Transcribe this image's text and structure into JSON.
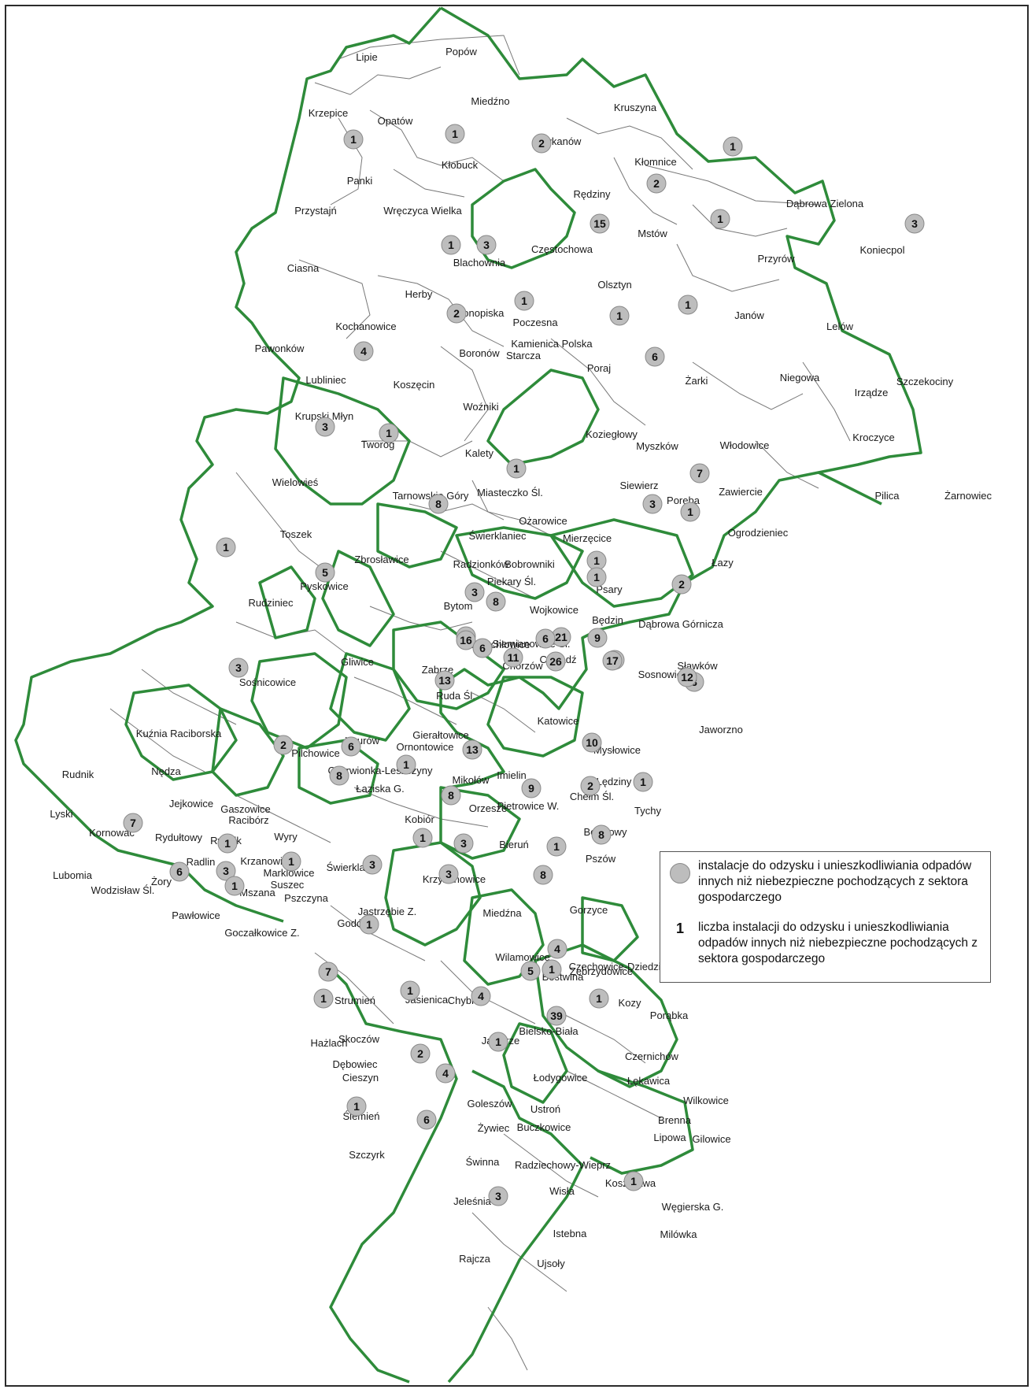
{
  "legend": {
    "circle_text": "instalacje do odzysku i unieszkodliwiania odpadów innych niż niebezpieczne pochodzących z sektora gospodarczego",
    "number_symbol": "1",
    "number_text": "liczba instalacji do odzysku i unieszkodliwiania odpadów innych niż niebezpieczne pochodzących z sektora gospodarczego"
  },
  "style": {
    "boundary_color": "#2e8b3a",
    "circle_color": "#bdbdbd",
    "line_color": "#777777"
  },
  "places": [
    "Lipie",
    "Popów",
    "Miedźno",
    "Krzepice",
    "Opatów",
    "Kłobuck",
    "Mykanów",
    "Kruszyna",
    "Kłomnice",
    "Rędziny",
    "Panki",
    "Przystajń",
    "Wręczyca Wielka",
    "Dąbrowa Zielona",
    "Koniecpol",
    "Mstów",
    "Częstochowa",
    "Blachownia",
    "Przyrów",
    "Ciasna",
    "Herby",
    "Konopiska",
    "Olsztyn",
    "Janów",
    "Poczesna",
    "Kochanowice",
    "Kamienica Polska",
    "Starcza",
    "Lelów",
    "Pawonków",
    "Boronów",
    "Poraj",
    "Żarki",
    "Niegowa",
    "Szczekociny",
    "Lubliniec",
    "Koszęcin",
    "Irządze",
    "Woźniki",
    "Koziegłowy",
    "Kroczyce",
    "Krupski Młyn",
    "Kalety",
    "Myszków",
    "Włodowice",
    "Tworóg",
    "Wielowieś",
    "Miasteczko Śl.",
    "Zawiercie",
    "Pilica",
    "Żarnowiec",
    "Poręba",
    "Siewierz",
    "Tarnowskie Góry",
    "Ożarowice",
    "Świerklaniec",
    "Mierzęcice",
    "Ogrodzieniec",
    "Toszek",
    "Zbrosławice",
    "Łazy",
    "Radzionków",
    "Bobrowniki",
    "Piekary Śl.",
    "Psary",
    "Pyskowice",
    "Rudziniec",
    "Bytom",
    "Wojkowice",
    "Dąbrowa Górnicza",
    "Będzin",
    "Gliwice",
    "Zabrze",
    "Świętochłowice",
    "Siemianowice Śl.",
    "Czeladź",
    "Chorzów",
    "Sosnowiec",
    "Sławków",
    "Sośnicowice",
    "Ruda Śl.",
    "Katowice",
    "Jaworzno",
    "Kuźnia Raciborska",
    "Gierałtowice",
    "Pilchowice",
    "Knurów",
    "Ornontowice",
    "Mikołów",
    "Mysłowice",
    "Rudnik",
    "Nędza",
    "Czerwionka-Leszczyny",
    "Łaziska G.",
    "Imielin",
    "Lędziny",
    "Chełm Śl.",
    "Tychy",
    "Pietrowice W.",
    "Lyski",
    "Jejkowice",
    "Gaszowice",
    "Racibórz",
    "Kornowac",
    "Rydułtowy",
    "Rybnik",
    "Wyry",
    "Orzesze",
    "Kobiór",
    "Bieruń",
    "Bojszowy",
    "Pszów",
    "Radlin",
    "Krzanowice",
    "Lubomia",
    "Żory",
    "Świerklany",
    "Marklowice",
    "Suszec",
    "Krzyżanowice",
    "Wodzisław Śl.",
    "Mszana",
    "Pszczyna",
    "Miedźna",
    "Gorzyce",
    "Pawłowice",
    "Jastrzębie Z.",
    "Godów",
    "Goczałkowice Z.",
    "Wilamowice",
    "Czechowice-Dziedzice",
    "Bestwina",
    "Zebrzydowice",
    "Strumień",
    "Chybie",
    "Jasienica",
    "Kozy",
    "Porąbka",
    "Skoczów",
    "Hażlach",
    "Dębowiec",
    "Bielsko-Biała",
    "Jaworze",
    "Czernichów",
    "Cieszyn",
    "Łękawica",
    "Wilkowice",
    "Łodygowice",
    "Ślemień",
    "Goleszów",
    "Ustroń",
    "Brenna",
    "Buczkowice",
    "Gilowice",
    "Szczyrk",
    "Żywiec",
    "Lipowa",
    "Świnna",
    "Radziechowy-Wieprz",
    "Koszarawa",
    "Wisła",
    "Węgierska G.",
    "Jeleśnia",
    "Istebna",
    "Milówka",
    "Rajcza",
    "Ujsoły"
  ],
  "counts": [
    1,
    1,
    2,
    1,
    2,
    15,
    1,
    3,
    1,
    3,
    2,
    1,
    1,
    1,
    4,
    6,
    3,
    1,
    1,
    7,
    8,
    3,
    1,
    1,
    5,
    1,
    3,
    8,
    1,
    2,
    21,
    6,
    9,
    17,
    8,
    16,
    13,
    6,
    11,
    17,
    3,
    3,
    26,
    12,
    10,
    6,
    2,
    1,
    13,
    8,
    1,
    2,
    9,
    8,
    8,
    7,
    1,
    1,
    3,
    1,
    6,
    3,
    3,
    1,
    1,
    3,
    8,
    7,
    4,
    1,
    5,
    1,
    1,
    1,
    4,
    39,
    1,
    1,
    2,
    1,
    4,
    6,
    1,
    3
  ]
}
